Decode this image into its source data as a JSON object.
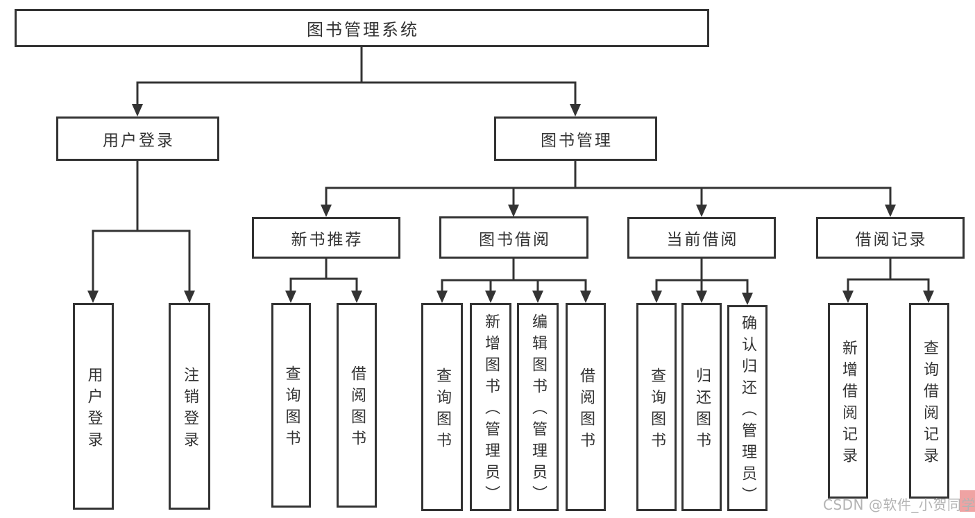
{
  "diagram": {
    "root": "图书管理系统",
    "children": [
      {
        "label": "用户登录",
        "children": [
          "用户登录",
          "注销登录"
        ]
      },
      {
        "label": "图书管理",
        "children": [
          {
            "label": "新书推荐",
            "children": [
              "查询图书",
              "借阅图书"
            ]
          },
          {
            "label": "图书借阅",
            "children": [
              "查询图书",
              "新增图书（管理员）",
              "编辑图书（管理员）",
              "借阅图书"
            ]
          },
          {
            "label": "当前借阅",
            "children": [
              "查询图书",
              "归还图书",
              "确认归还（管理员）"
            ]
          },
          {
            "label": "借阅记录",
            "children": [
              "新增借阅记录",
              "查询借阅记录"
            ]
          }
        ]
      }
    ]
  },
  "watermark": {
    "text": "CSDN @软件_小贺同学"
  },
  "colors": {
    "line": "#333333",
    "text": "#333333",
    "node_background": "#ffffff",
    "watermark_text": "#b3b3b3",
    "watermark_accent": "#efa3a3",
    "background": "#ffffff"
  }
}
